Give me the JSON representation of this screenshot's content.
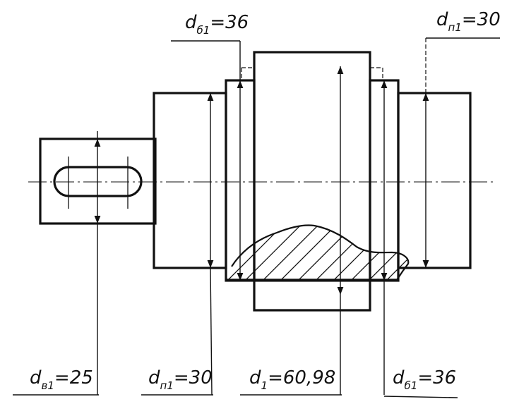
{
  "dimensions": [
    {
      "id": "db1_top_left",
      "letter": "d",
      "subscript": "б1",
      "value": "36"
    },
    {
      "id": "dn1_top_right",
      "letter": "d",
      "subscript": "п1",
      "value": "30"
    },
    {
      "id": "dv1_bottom",
      "letter": "d",
      "subscript": "в1",
      "value": "25"
    },
    {
      "id": "dn1_bottom",
      "letter": "d",
      "subscript": "п1",
      "value": "30"
    },
    {
      "id": "d1_bottom",
      "letter": "d",
      "subscript": "1",
      "value": "60,98"
    },
    {
      "id": "db1_bottom_right",
      "letter": "d",
      "subscript": "б1",
      "value": "36"
    }
  ],
  "colors": {
    "line": "#111111",
    "background": "#ffffff"
  }
}
